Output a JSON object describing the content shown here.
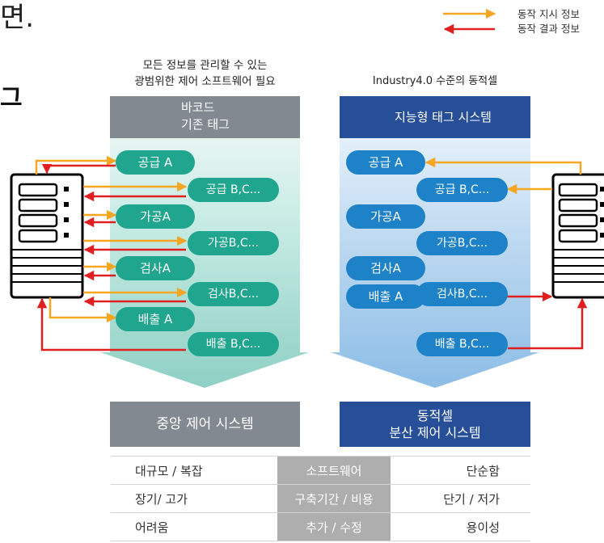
{
  "fragments": {
    "top": "면.",
    "middle": "그"
  },
  "legend": {
    "items": [
      {
        "label": "동작 지시 정보",
        "color": "#f5a623"
      },
      {
        "label": "동작 결과 정보",
        "color": "#e02020"
      }
    ]
  },
  "left_column": {
    "title_line1": "모든 정보를 관리할 수 있는",
    "title_line2": "광범위한 제어 소프트웨어 필요",
    "header_line1": "바코드",
    "header_line2": "기존 태그",
    "header_icon": "barcode-icon",
    "steps": [
      {
        "main": "공급 A",
        "sub": "공급 B,C..."
      },
      {
        "main": "가공A",
        "sub": "가공B,C..."
      },
      {
        "main": "검사A",
        "sub": "검사B,C..."
      },
      {
        "main": "배출 A",
        "sub": "배출 B,C..."
      }
    ],
    "system": "중앙 제어 시스템",
    "server_icon": "server-icon"
  },
  "right_column": {
    "title": "Industry4.0 수준의 동적셀",
    "header": "지능형 태그 시스템",
    "header_icon": "tag-icon",
    "steps": [
      {
        "main": "공급 A",
        "sub": "공급 B,C..."
      },
      {
        "main": "가공A",
        "sub": "가공B,C..."
      },
      {
        "main": "검사A",
        "sub": "검사B,C..."
      },
      {
        "main": "배출 A",
        "sub": "배출 B,C..."
      }
    ],
    "system_line1": "동적셀",
    "system_line2": "분산 제어 시스템",
    "server_icon": "server-icon"
  },
  "comparison": {
    "rows": [
      {
        "left": "대규모 / 복잡",
        "criterion": "소프트웨어",
        "right": "단순함"
      },
      {
        "left": "장기/ 고가",
        "criterion": "구축기간 / 비용",
        "right": "단기 / 저가"
      },
      {
        "left": "어려움",
        "criterion": "추가 / 수정",
        "right": "용이성"
      }
    ]
  },
  "colors": {
    "command": "#f5a623",
    "result": "#e02020",
    "gray_box": "#838991",
    "navy_box": "#274f98",
    "teal_pill": "#20a68f",
    "blue_pill": "#1d82c8",
    "teal_band": "#a9dcd4",
    "blue_band": "#a8cdee"
  }
}
